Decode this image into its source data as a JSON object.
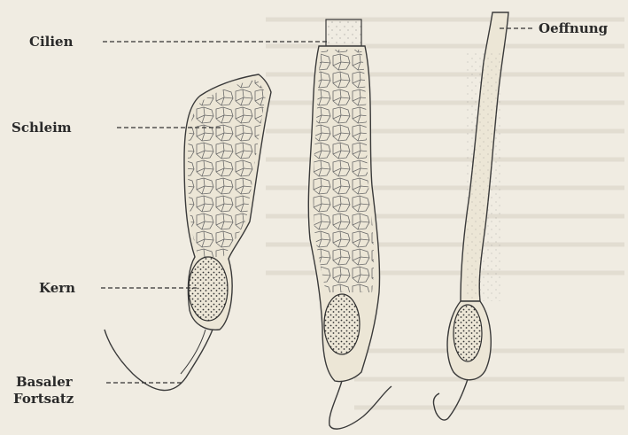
{
  "labels": {
    "cilien": "Cilien",
    "schleim": "Schleim",
    "kern": "Kern",
    "basaler_line1": "Basaler",
    "basaler_line2": "Fortsatz",
    "oeffnung": "Oeffnung"
  },
  "colors": {
    "paper": "#f0ece2",
    "ink": "#3a3a3a",
    "cell_fill": "#ece6d6",
    "ghost_text": "#d6d0c2"
  }
}
